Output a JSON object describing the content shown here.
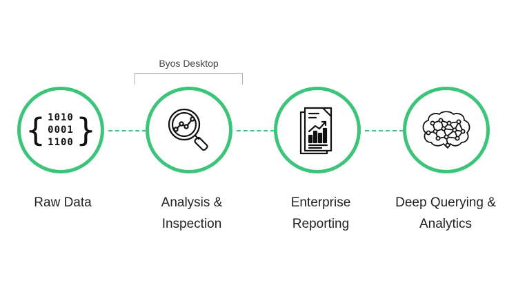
{
  "bracket": {
    "label": "Byos Desktop"
  },
  "steps": [
    {
      "icon": "binary-data-icon",
      "lines": [
        "Raw Data"
      ],
      "binary": [
        "1010",
        "0001",
        "1100"
      ]
    },
    {
      "icon": "magnifier-chart-icon",
      "lines": [
        "Analysis &",
        "Inspection"
      ]
    },
    {
      "icon": "report-document-icon",
      "lines": [
        "Enterprise",
        "Reporting"
      ]
    },
    {
      "icon": "neural-brain-icon",
      "lines": [
        "Deep Querying &",
        "Analytics"
      ]
    }
  ],
  "colors": {
    "accent": "#3cc47a",
    "icon": "#111111",
    "bracket": "#b0b0b0"
  }
}
